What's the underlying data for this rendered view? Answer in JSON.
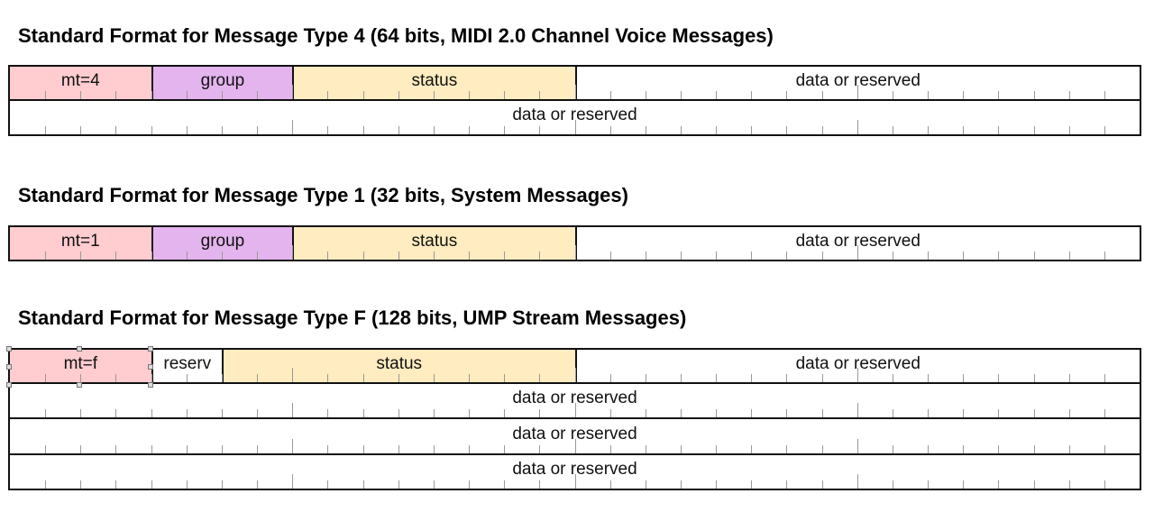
{
  "colors": {
    "mt": "#ffccd0",
    "group": "#e4b4ee",
    "status": "#ffecc0",
    "data": "#ffffff"
  },
  "sections": [
    {
      "title": "Standard Format for Message Type 4 (64 bits, MIDI 2.0 Channel Voice Messages)",
      "rows": [
        [
          {
            "label": "mt=4",
            "bits": 4,
            "kind": "mt"
          },
          {
            "label": "group",
            "bits": 4,
            "kind": "group"
          },
          {
            "label": "status",
            "bits": 8,
            "kind": "status"
          },
          {
            "label": "data or reserved",
            "bits": 16,
            "kind": "data"
          }
        ],
        [
          {
            "label": "data or reserved",
            "bits": 32,
            "kind": "data"
          }
        ]
      ]
    },
    {
      "title": "Standard Format for Message Type 1 (32 bits, System Messages)",
      "rows": [
        [
          {
            "label": "mt=1",
            "bits": 4,
            "kind": "mt"
          },
          {
            "label": "group",
            "bits": 4,
            "kind": "group"
          },
          {
            "label": "status",
            "bits": 8,
            "kind": "status"
          },
          {
            "label": "data or reserved",
            "bits": 16,
            "kind": "data"
          }
        ]
      ]
    },
    {
      "title": "Standard Format for Message Type F (128 bits, UMP Stream Messages)",
      "rows": [
        [
          {
            "label": "mt=f",
            "bits": 4,
            "kind": "mt",
            "selected": true
          },
          {
            "label": "reserv",
            "bits": 2,
            "kind": "data"
          },
          {
            "label": "status",
            "bits": 10,
            "kind": "status"
          },
          {
            "label": "data or reserved",
            "bits": 16,
            "kind": "data"
          }
        ],
        [
          {
            "label": "data or reserved",
            "bits": 32,
            "kind": "data"
          }
        ],
        [
          {
            "label": "data or reserved",
            "bits": 32,
            "kind": "data"
          }
        ],
        [
          {
            "label": "data or reserved",
            "bits": 32,
            "kind": "data"
          }
        ]
      ]
    }
  ]
}
